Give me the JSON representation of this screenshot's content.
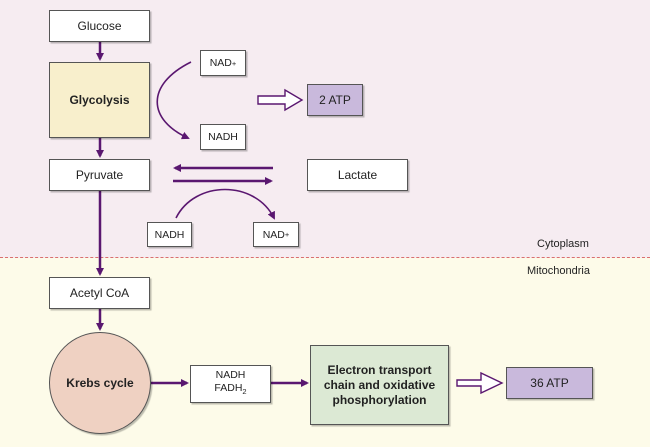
{
  "regions": {
    "cytoplasm_label": "Cytoplasm",
    "mitochondria_label": "Mitochondria"
  },
  "nodes": {
    "glucose": "Glucose",
    "glycolysis": "Glycolysis",
    "nad_plus_top": {
      "base": "NAD",
      "sup": "+"
    },
    "nadh_top": "NADH",
    "atp_2": "2 ATP",
    "pyruvate": "Pyruvate",
    "lactate": "Lactate",
    "nadh_lower": "NADH",
    "nad_plus_lower": {
      "base": "NAD",
      "sup": "+"
    },
    "acetyl_coa": "Acetyl CoA",
    "krebs": "Krebs cycle",
    "nadh_fadh2": {
      "line1": "NADH",
      "line2_base": "FADH",
      "line2_sub": "2"
    },
    "etc": {
      "line1": "Electron transport",
      "line2": "chain and oxidative",
      "line3": "phosphorylation"
    },
    "atp_36": "36 ATP"
  },
  "colors": {
    "arrow": "#5a1770",
    "cytoplasm_bg": "#f6ecf1",
    "mitochondria_bg": "#fdfbe9",
    "divider": "#d9706e",
    "glycolysis_fill": "#f8efcc",
    "atp_fill": "#c9b9dc",
    "krebs_fill": "#efd1c2",
    "etc_fill": "#dce9d4"
  }
}
